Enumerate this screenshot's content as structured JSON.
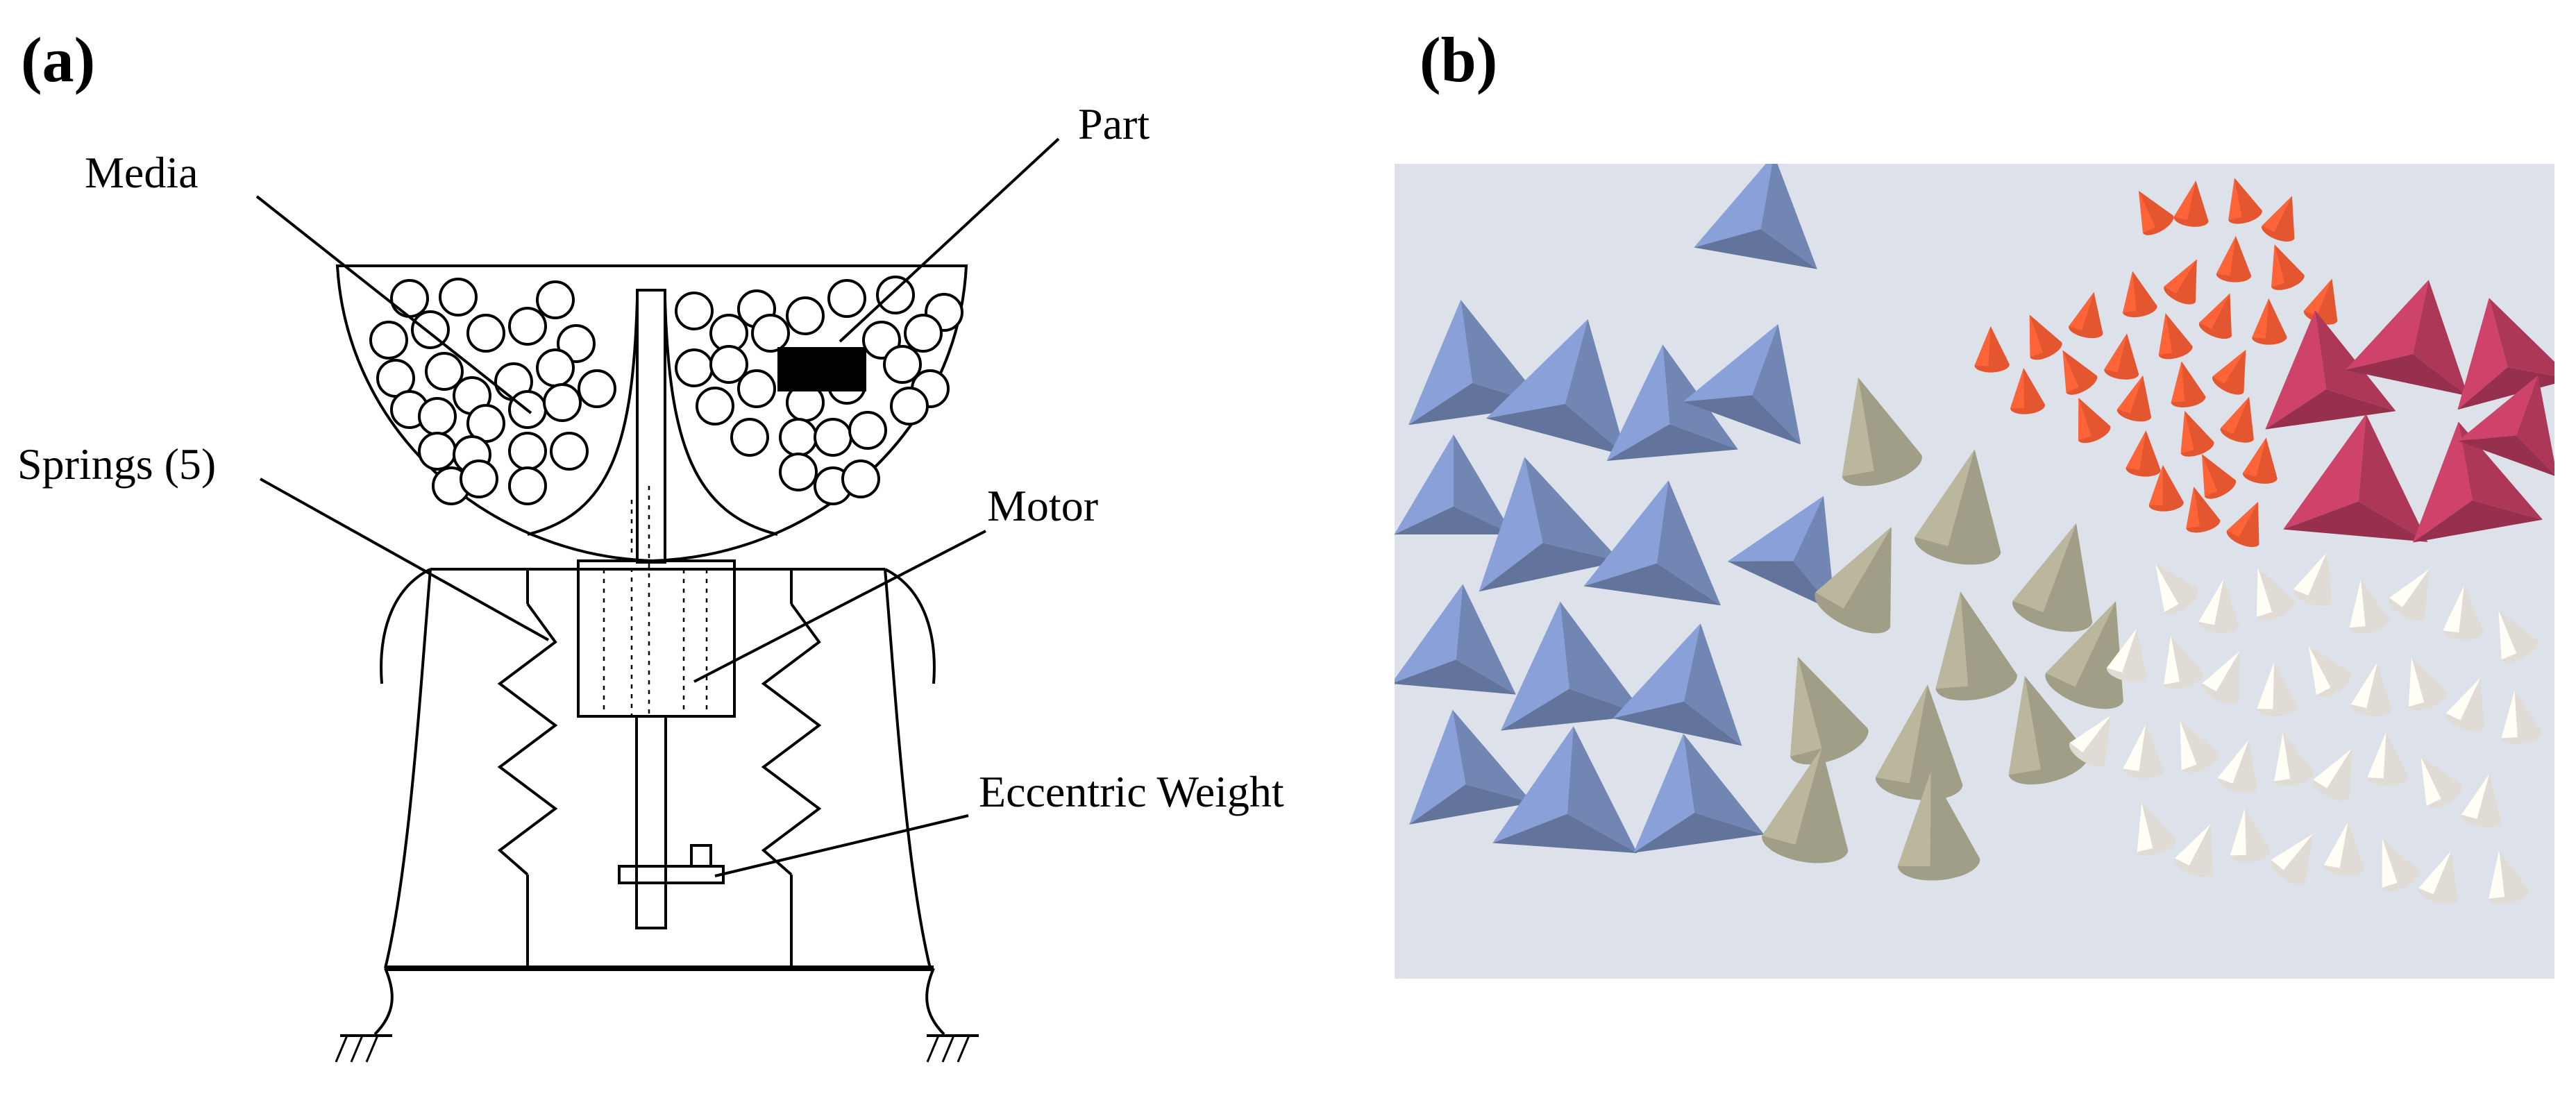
{
  "panels": {
    "a": {
      "label": "(a)"
    },
    "b": {
      "label": "(b)"
    }
  },
  "diagram": {
    "callouts": {
      "media": "Media",
      "part": "Part",
      "springs": "Springs (5)",
      "motor": "Motor",
      "eccentric_weight": "Eccentric Weight"
    }
  },
  "photo": {
    "media_groups": [
      {
        "color": "#7f95c8",
        "shape": "pyramid"
      },
      {
        "color": "#a9a68e",
        "shape": "cone"
      },
      {
        "color": "#ef5a33",
        "shape": "small-cone"
      },
      {
        "color": "#c03d61",
        "shape": "pyramid"
      },
      {
        "color": "#ece8e0",
        "shape": "small-cone"
      }
    ],
    "background": "#dde2ea"
  }
}
